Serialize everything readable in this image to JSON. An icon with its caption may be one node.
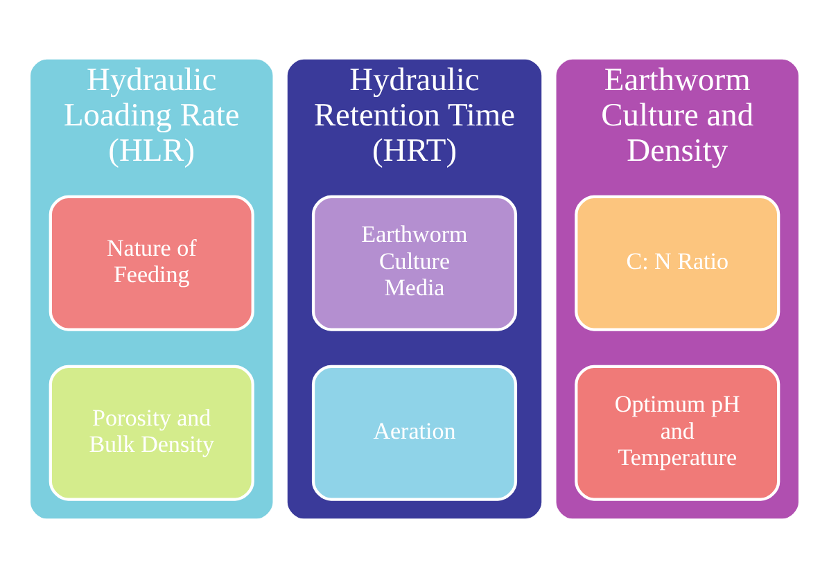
{
  "diagram": {
    "nodes": [
      {
        "text": [
          "Hydraulic Loading Rate (HLR)"
        ]
      },
      {
        "text": [
          "Nature of Feeding"
        ],
        "in": 0
      },
      {
        "text": [
          "Porosity and Bulk Density"
        ],
        "in": 0
      },
      {
        "text": [
          "Hydraulic Retention Time (HRT)"
        ]
      },
      {
        "text": [
          "Earthworm Culture Media"
        ],
        "in": 3
      },
      {
        "text": [
          "Aeration"
        ],
        "in": 3
      },
      {
        "text": [
          "Earthworm Culture and Density"
        ]
      },
      {
        "text": [
          "C: N Ratio"
        ],
        "in": 6
      },
      {
        "text": [
          "Optimum pH and Temperature"
        ],
        "in": 6
      }
    ],
    "edges": []
  }
}
